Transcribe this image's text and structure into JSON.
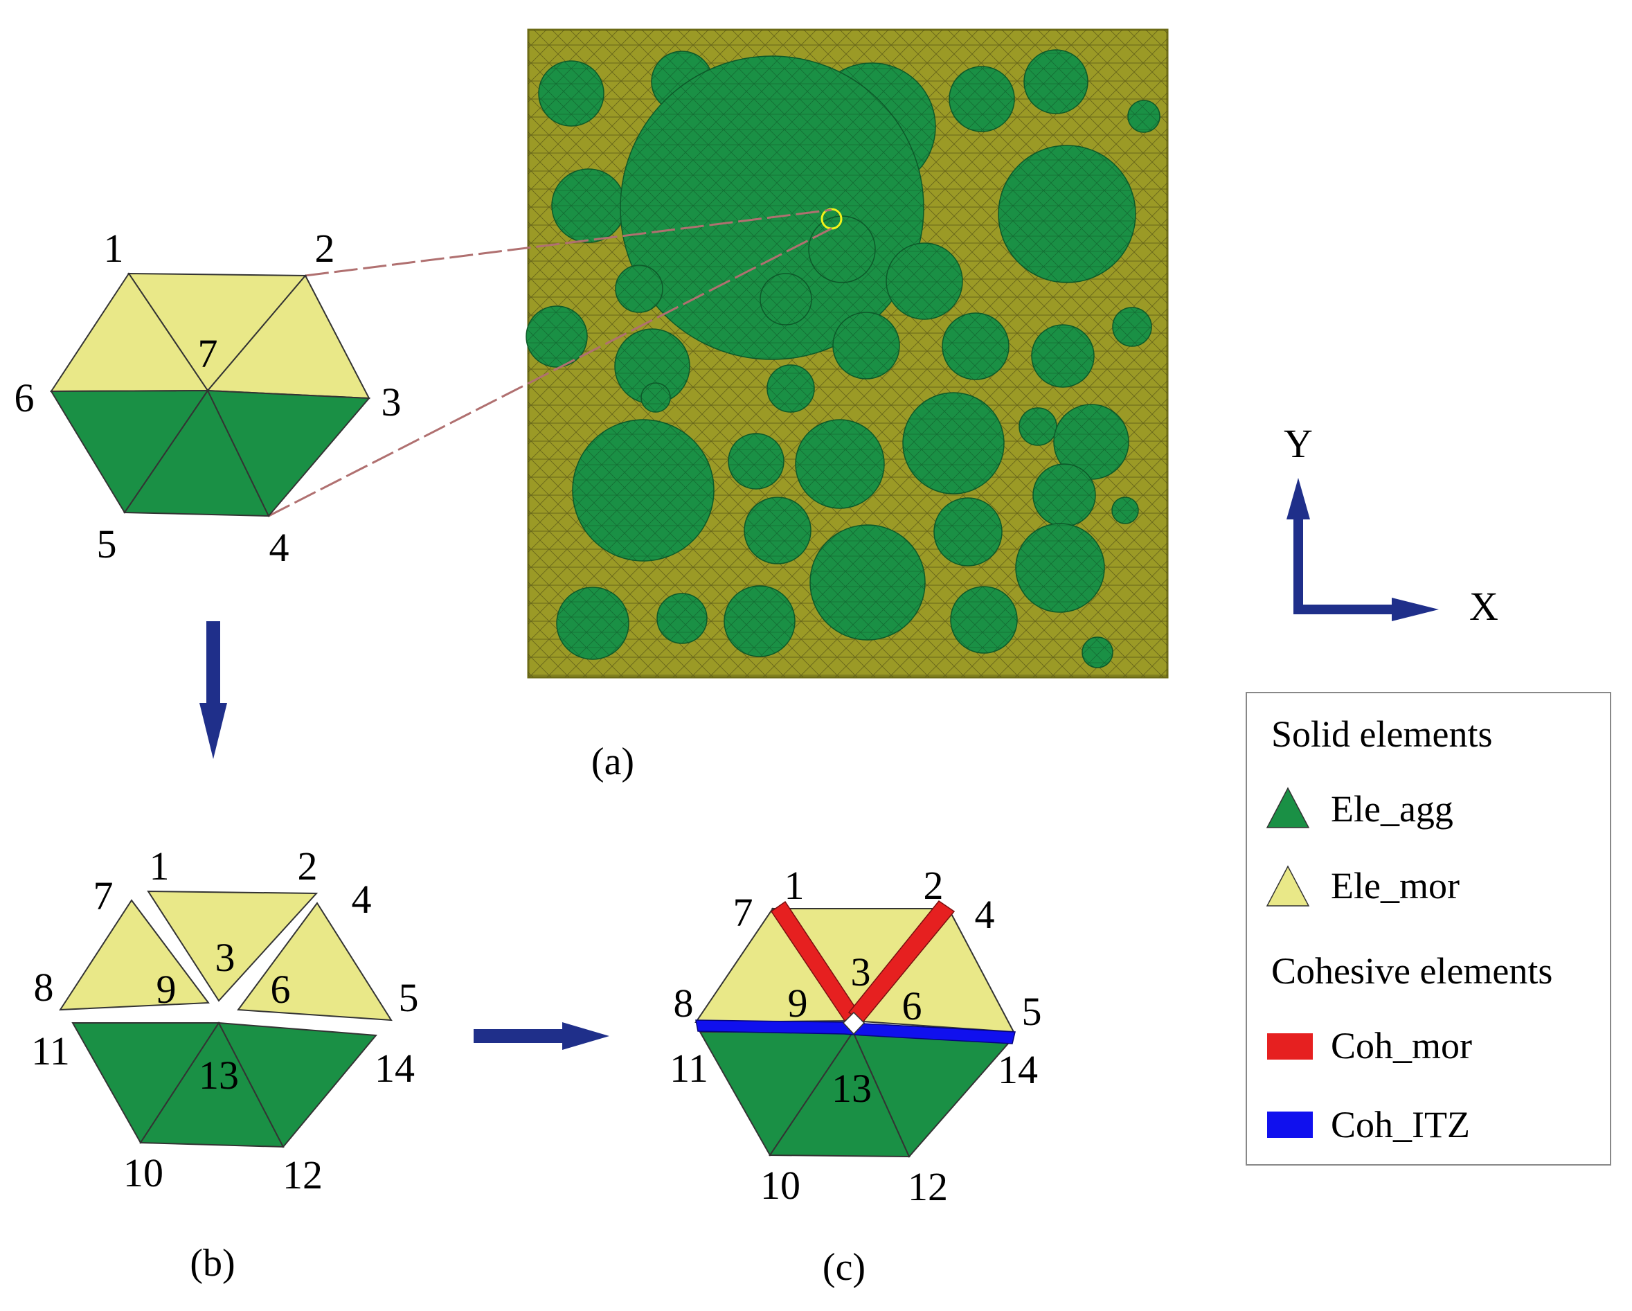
{
  "panels": {
    "a": {
      "caption": "(a)",
      "circles": [
        [
          825,
          135,
          47
        ],
        [
          985,
          118,
          44
        ],
        [
          1103,
          158,
          24
        ],
        [
          1259,
          183,
          92
        ],
        [
          1418,
          143,
          47
        ],
        [
          1525,
          118,
          46
        ],
        [
          1652,
          168,
          23
        ],
        [
          850,
          297,
          53
        ],
        [
          1115,
          300,
          219
        ],
        [
          1541,
          309,
          99
        ],
        [
          804,
          486,
          44
        ],
        [
          923,
          417,
          34
        ],
        [
          1216,
          360,
          48
        ],
        [
          1335,
          406,
          55
        ],
        [
          1135,
          432,
          37
        ],
        [
          942,
          529,
          54
        ],
        [
          1251,
          499,
          48
        ],
        [
          1409,
          500,
          48
        ],
        [
          1535,
          514,
          45
        ],
        [
          1635,
          472,
          28
        ],
        [
          1142,
          561,
          34
        ],
        [
          947,
          574,
          21
        ],
        [
          929,
          708,
          102
        ],
        [
          1092,
          666,
          40
        ],
        [
          1213,
          670,
          64
        ],
        [
          1377,
          640,
          73
        ],
        [
          1499,
          616,
          27
        ],
        [
          1576,
          638,
          54
        ],
        [
          1537,
          715,
          45
        ],
        [
          1625,
          737,
          19
        ],
        [
          1123,
          766,
          48
        ],
        [
          1398,
          768,
          49
        ],
        [
          1253,
          841,
          83
        ],
        [
          1531,
          820,
          64
        ],
        [
          1421,
          895,
          48
        ],
        [
          856,
          900,
          52
        ],
        [
          985,
          893,
          36
        ],
        [
          1097,
          897,
          51
        ],
        [
          1585,
          942,
          22
        ]
      ]
    },
    "solid": {
      "labels": [
        "1",
        "2",
        "3",
        "4",
        "5",
        "6",
        "7"
      ]
    },
    "b": {
      "caption": "(b)",
      "labels": [
        "1",
        "2",
        "3",
        "4",
        "5",
        "6",
        "7",
        "8",
        "9",
        "10",
        "11",
        "12",
        "13",
        "14"
      ]
    },
    "c": {
      "caption": "(c)",
      "labels": [
        "1",
        "2",
        "3",
        "4",
        "5",
        "6",
        "7",
        "8",
        "9",
        "10",
        "11",
        "12",
        "13",
        "14"
      ]
    }
  },
  "axes": {
    "y_label": "Y",
    "x_label": "X"
  },
  "legend": {
    "solid_heading": "Solid elements",
    "cohesive_heading": "Cohesive elements",
    "items": [
      {
        "name": "Ele_agg",
        "color": "#1a9045"
      },
      {
        "name": "Ele_mor",
        "color": "#e9e888"
      },
      {
        "name": "Coh_mor",
        "color": "#e62020"
      },
      {
        "name": "Coh_ITZ",
        "color": "#1010ee"
      }
    ]
  },
  "colors": {
    "aggregate": "#1a9045",
    "mortar": "#e9e888",
    "mesh_background": "#9b9a26",
    "cohesive_mortar": "#e62020",
    "cohesive_itz": "#1010ee",
    "arrow": "#1f2f8a",
    "dash": "#b07070"
  }
}
